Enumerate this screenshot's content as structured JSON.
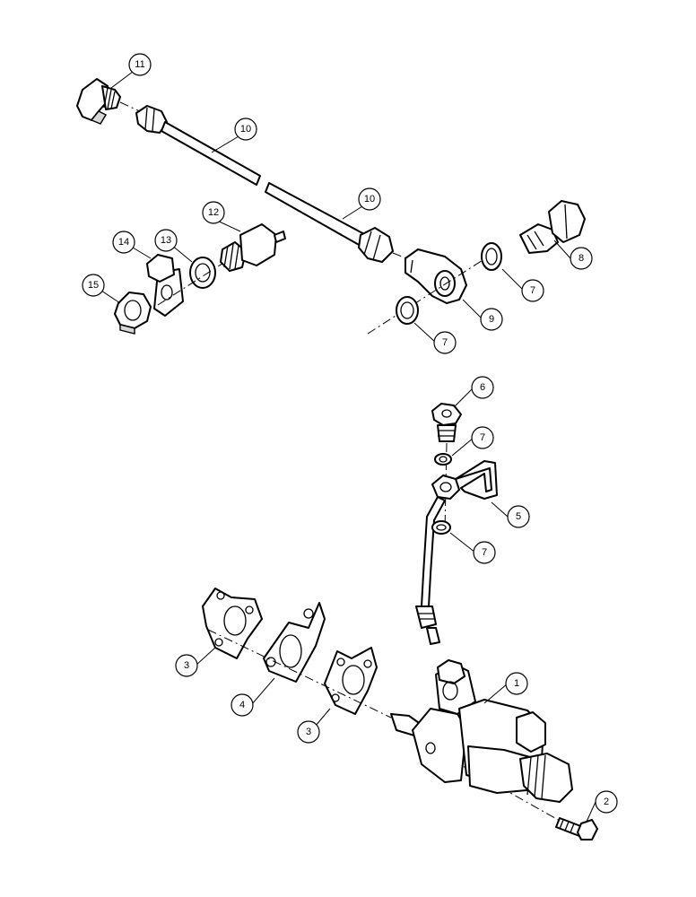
{
  "callouts": [
    {
      "id": "c11",
      "label": "11"
    },
    {
      "id": "c10a",
      "label": "10"
    },
    {
      "id": "c10b",
      "label": "10"
    },
    {
      "id": "c12",
      "label": "12"
    },
    {
      "id": "c14",
      "label": "14"
    },
    {
      "id": "c13",
      "label": "13"
    },
    {
      "id": "c15",
      "label": "15"
    },
    {
      "id": "c8",
      "label": "8"
    },
    {
      "id": "c7a",
      "label": "7"
    },
    {
      "id": "c9",
      "label": "9"
    },
    {
      "id": "c7b",
      "label": "7"
    },
    {
      "id": "c6",
      "label": "6"
    },
    {
      "id": "c7c",
      "label": "7"
    },
    {
      "id": "c5",
      "label": "5"
    },
    {
      "id": "c7d",
      "label": "7"
    },
    {
      "id": "c1",
      "label": "1"
    },
    {
      "id": "c3a",
      "label": "3"
    },
    {
      "id": "c4",
      "label": "4"
    },
    {
      "id": "c3b",
      "label": "3"
    },
    {
      "id": "c2",
      "label": "2"
    }
  ]
}
